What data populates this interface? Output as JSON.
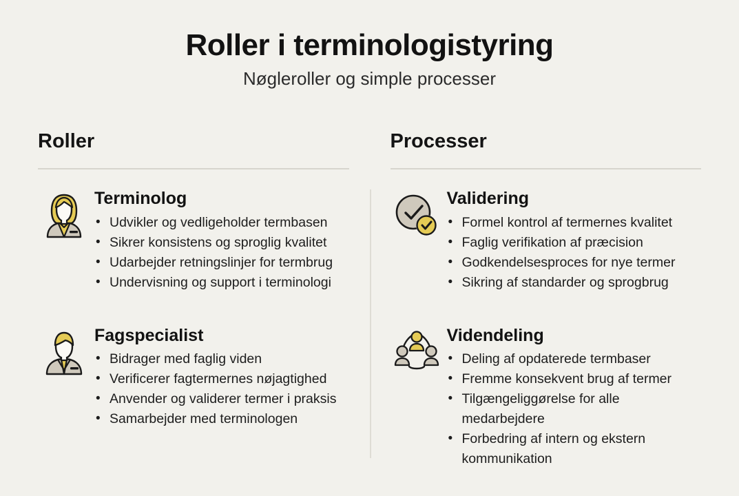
{
  "header": {
    "title": "Roller i terminologistyring",
    "subtitle": "Nøgleroller og simple processer"
  },
  "colors": {
    "background": "#f2f1ec",
    "accent_yellow": "#e5cb55",
    "icon_gray": "#cfc9bc",
    "outline": "#1a1a1a",
    "rule": "#d7d5cd"
  },
  "columns": [
    {
      "heading": "Roller",
      "entries": [
        {
          "icon": "female-professional-icon",
          "title": "Terminolog",
          "bullets": [
            "Udvikler og vedligeholder termbasen",
            "Sikrer konsistens og sproglig kvalitet",
            "Udarbejder retningslinjer for termbrug",
            "Undervisning og support i terminologi"
          ]
        },
        {
          "icon": "male-professional-icon",
          "title": "Fagspecialist",
          "bullets": [
            "Bidrager med faglig viden",
            "Verificerer fagtermernes nøjagtighed",
            "Anvender og validerer termer i praksis",
            "Samarbejder med terminologen"
          ]
        }
      ]
    },
    {
      "heading": "Processer",
      "entries": [
        {
          "icon": "double-checkmark-icon",
          "title": "Validering",
          "bullets": [
            "Formel kontrol af termernes kvalitet",
            "Faglig verifikation af præcision",
            "Godkendelsesproces for nye termer",
            "Sikring af standarder og sprogbrug"
          ]
        },
        {
          "icon": "people-network-icon",
          "title": "Videndeling",
          "bullets": [
            "Deling af opdaterede termbaser",
            "Fremme konsekvent brug af termer",
            "Tilgængeliggørelse for alle medarbejdere",
            "Forbedring af intern og ekstern kommunikation"
          ]
        }
      ]
    }
  ]
}
